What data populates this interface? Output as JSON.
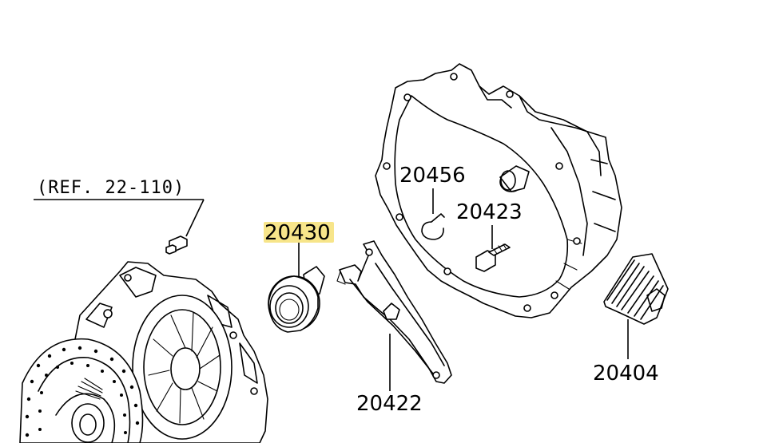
{
  "reference": {
    "text": "(REF. 22-110)"
  },
  "parts": [
    {
      "id": "p20456",
      "number": "20456",
      "highlighted": false
    },
    {
      "id": "p20423",
      "number": "20423",
      "highlighted": false
    },
    {
      "id": "p20430",
      "number": "20430",
      "highlighted": true
    },
    {
      "id": "p20422",
      "number": "20422",
      "highlighted": false
    },
    {
      "id": "p20404",
      "number": "20404",
      "highlighted": false
    }
  ],
  "colors": {
    "highlight": "#f7e58a",
    "line": "#000000",
    "background": "#ffffff"
  }
}
